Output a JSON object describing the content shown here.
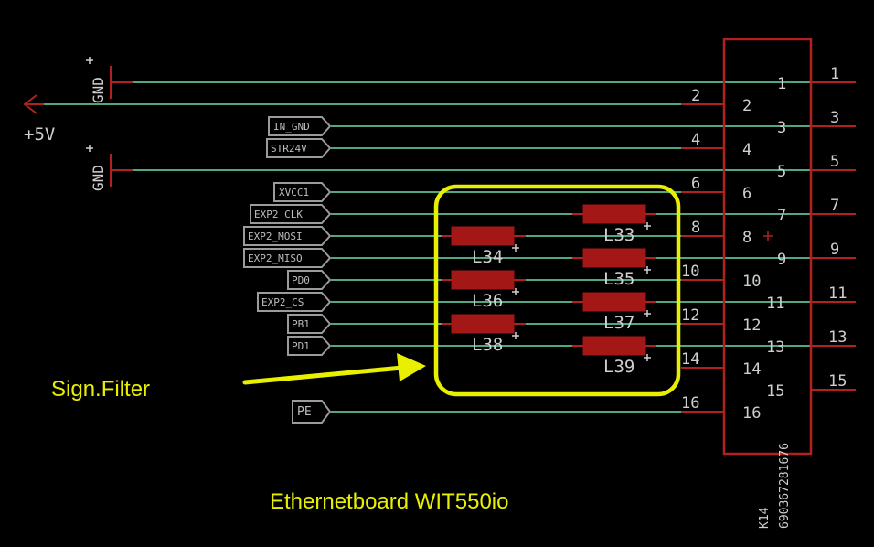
{
  "connector": {
    "name": "K14",
    "part_number": "690367281676",
    "pins_left": [
      "1",
      "2",
      "3",
      "4",
      "5",
      "6",
      "7",
      "8",
      "9",
      "10",
      "11",
      "12",
      "13",
      "14",
      "15",
      "16"
    ],
    "pins_right": [
      "1",
      "3",
      "5",
      "7",
      "9",
      "11",
      "13",
      "15"
    ],
    "wire_numbers": [
      "2",
      "4",
      "6",
      "8",
      "10",
      "12",
      "14",
      "16"
    ]
  },
  "supply": {
    "gnd_top": "GND",
    "gnd_bottom": "GND",
    "vcc": "+5V"
  },
  "net_labels": [
    "IN_GND",
    "STR24V",
    "XVCC1",
    "EXP2_CLK",
    "EXP2_MOSI",
    "EXP2_MISO",
    "PD0",
    "EXP2_CS",
    "PB1",
    "PD1",
    "PE"
  ],
  "filters": [
    "L34",
    "L36",
    "L38",
    "L33",
    "L35",
    "L37",
    "L39"
  ],
  "annotations": {
    "filter_label": "Sign.Filter",
    "board_label": "Ethernetboard WIT550io"
  },
  "colors": {
    "wire": "#4fa882",
    "component": "#b32020",
    "highlight": "#e8f000",
    "background": "#000000"
  }
}
